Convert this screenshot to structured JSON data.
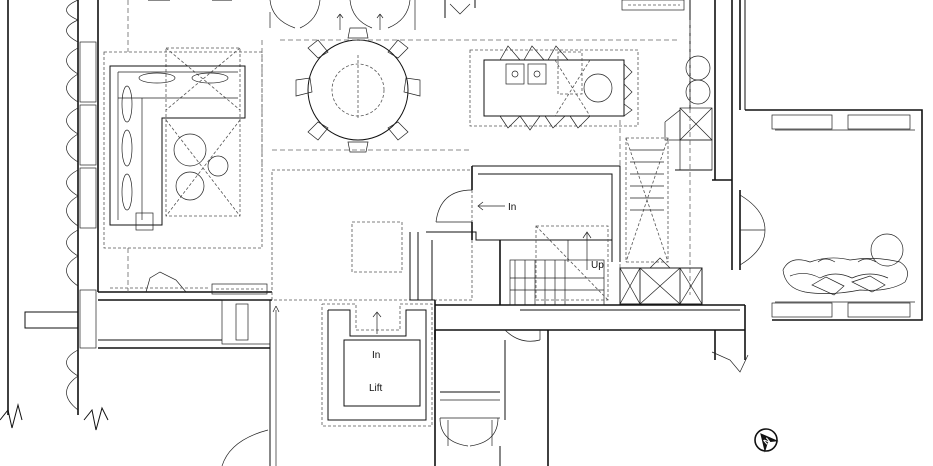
{
  "labels": {
    "in_upper": "In",
    "up": "Up",
    "in_lift": "In",
    "lift": "Lift"
  },
  "colors": {
    "line": "#111111",
    "background": "#ffffff",
    "label": "#111111"
  },
  "icons": {
    "north_arrow": "north-arrow-icon"
  }
}
